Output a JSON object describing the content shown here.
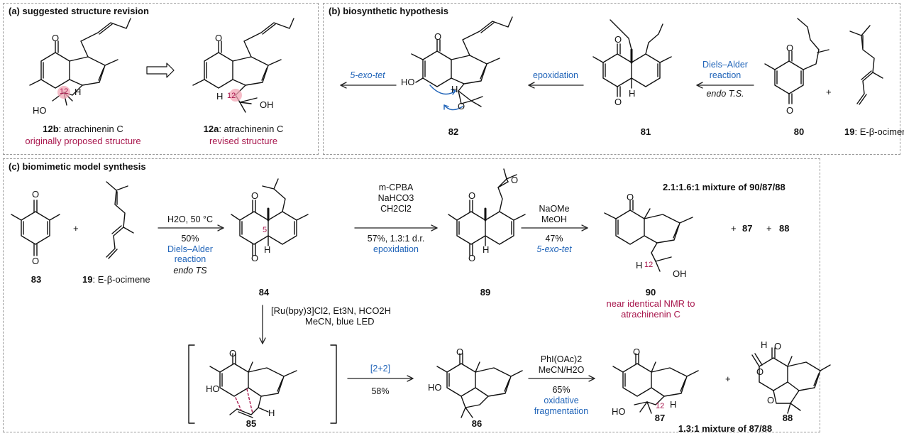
{
  "panels": {
    "a": {
      "title": "(a) suggested structure revision"
    },
    "b": {
      "title": "(b) biosynthetic hypothesis"
    },
    "c": {
      "title": "(c) biomimetic model synthesis"
    }
  },
  "panel_a": {
    "left": {
      "number": "12b",
      "name": ": atrachinenin C",
      "note": "originally proposed structure"
    },
    "right": {
      "number": "12a",
      "name": ": atrachinenin C",
      "note": "revised structure"
    },
    "atoms": {
      "o": "O",
      "ho": "HO",
      "oh": "OH",
      "h": "H",
      "c12": "12"
    }
  },
  "panel_b": {
    "step1": "5-exo-tet",
    "step2": "epoxidation",
    "step3_line1": "Diels–Alder",
    "step3_line2": "reaction",
    "step3_line3": "endo T.S.",
    "plus": "+",
    "compounds": [
      "82",
      "81",
      "80",
      "19"
    ],
    "ocimene": ": E-β-ocimene",
    "atoms": {
      "o": "O",
      "ho": "HO",
      "h": "H"
    }
  },
  "panel_c": {
    "compounds": {
      "c83": "83",
      "c19": "19",
      "c84": "84",
      "c89": "89",
      "c90": "90",
      "c85": "85",
      "c86": "86",
      "c87": "87",
      "c88": "88"
    },
    "ocimene": ": E-β-ocimene",
    "plus": "+",
    "arrow1": {
      "l1": "H2O, 50 °C",
      "l2": "50%",
      "l3": "Diels–Alder",
      "l4": "reaction",
      "l5": "endo TS"
    },
    "arrow2": {
      "l1": "m-CPBA",
      "l2": "NaHCO3",
      "l3": "CH2Cl2",
      "l4": "57%, 1.3:1 d.r.",
      "l5": "epoxidation"
    },
    "arrow3": {
      "l1": "NaOMe",
      "l2": "MeOH",
      "l3": "47%",
      "l4": "5-exo-tet"
    },
    "arrow4": {
      "l1": "[Ru(bpy)3]Cl2, Et3N, HCO2H",
      "l2": "MeCN, blue LED"
    },
    "arrow5": {
      "l1": "[2+2]",
      "l2": "58%"
    },
    "arrow6": {
      "l1": "PhI(OAc)2",
      "l2": "MeCN/H2O",
      "l3": "65%",
      "l4": "oxidative",
      "l5": "fragmentation"
    },
    "mixture_top": "2.1:1.6:1 mixture of 90/87/88",
    "mixture_bottom": "1.3:1 mixture of 87/88",
    "note_90_l1": "near identical NMR to",
    "note_90_l2": "atrachinenin C",
    "atoms": {
      "o": "O",
      "ho": "HO",
      "oh": "OH",
      "h": "H",
      "c5": "5",
      "c12": "12"
    }
  }
}
